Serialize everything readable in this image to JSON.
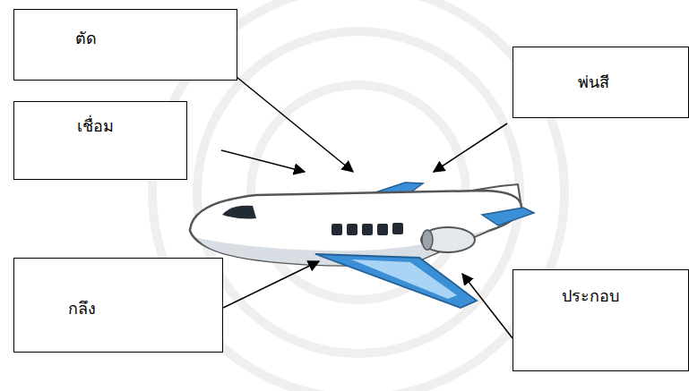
{
  "diagram": {
    "nodes": [
      {
        "text": [
          "ตัด"
        ]
      },
      {
        "text": [
          "พ่นสี"
        ]
      },
      {
        "text": [
          "เชื่อม"
        ]
      },
      {
        "text": [
          "กลึง"
        ]
      },
      {
        "text": [
          "ประกอบ"
        ]
      }
    ]
  }
}
